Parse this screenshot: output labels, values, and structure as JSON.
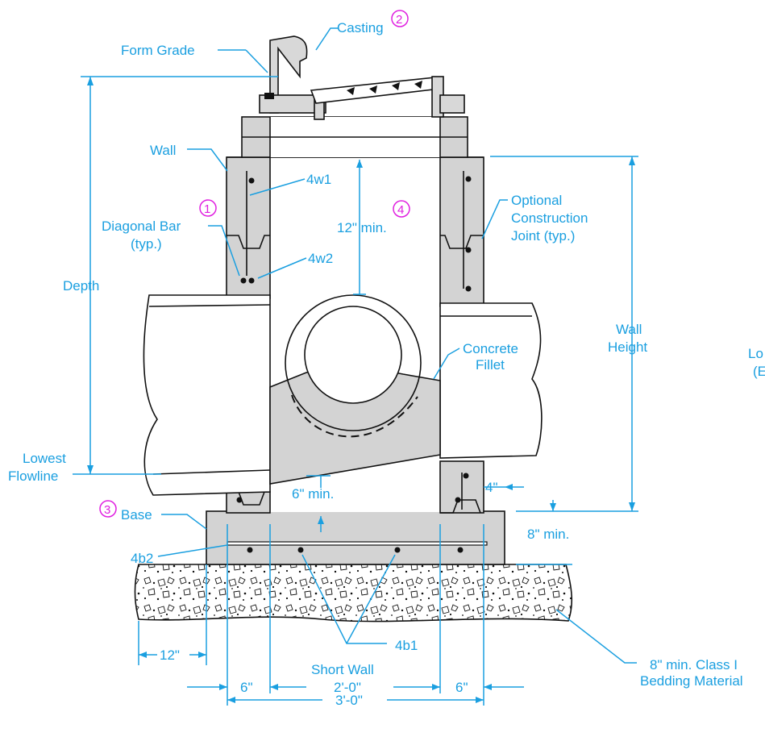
{
  "labels": {
    "form_grade": "Form Grade",
    "casting": "Casting",
    "wall": "Wall",
    "bar_4w1": "4w1",
    "bar_4w2": "4w2",
    "diagonal_bar_1": "Diagonal Bar",
    "diagonal_bar_2": "(typ.)",
    "twelve_min": "12\" min.",
    "optional_1": "Optional",
    "optional_2": "Construction",
    "optional_3": "Joint (typ.)",
    "depth": "Depth",
    "wall_height_1": "Wall",
    "wall_height_2": "Height",
    "concrete_fillet_1": "Concrete",
    "concrete_fillet_2": "Fillet",
    "cut_off_1": "Lo",
    "cut_off_2": "(E",
    "lowest_1": "Lowest",
    "lowest_2": "Flowline",
    "four_in": "4\"",
    "six_min": "6\" min.",
    "base": "Base",
    "eight_min": "8\" min.",
    "bar_4b2": "4b2",
    "bar_4b1": "4b1",
    "twelve_in": "12\"",
    "short_wall": "Short Wall",
    "six_left": "6\"",
    "two_ft": "2'-0\"",
    "six_right": "6\"",
    "three_ft": "3'-0\"",
    "bedding_1": "8\" min. Class I",
    "bedding_2": "Bedding Material"
  },
  "callouts": {
    "c1": "1",
    "c2": "2",
    "c3": "3",
    "c4": "4"
  },
  "colors": {
    "dimension": "#1a9fe0",
    "callout": "#e020e0",
    "concrete": "#d3d3d3",
    "outline": "#111111"
  }
}
